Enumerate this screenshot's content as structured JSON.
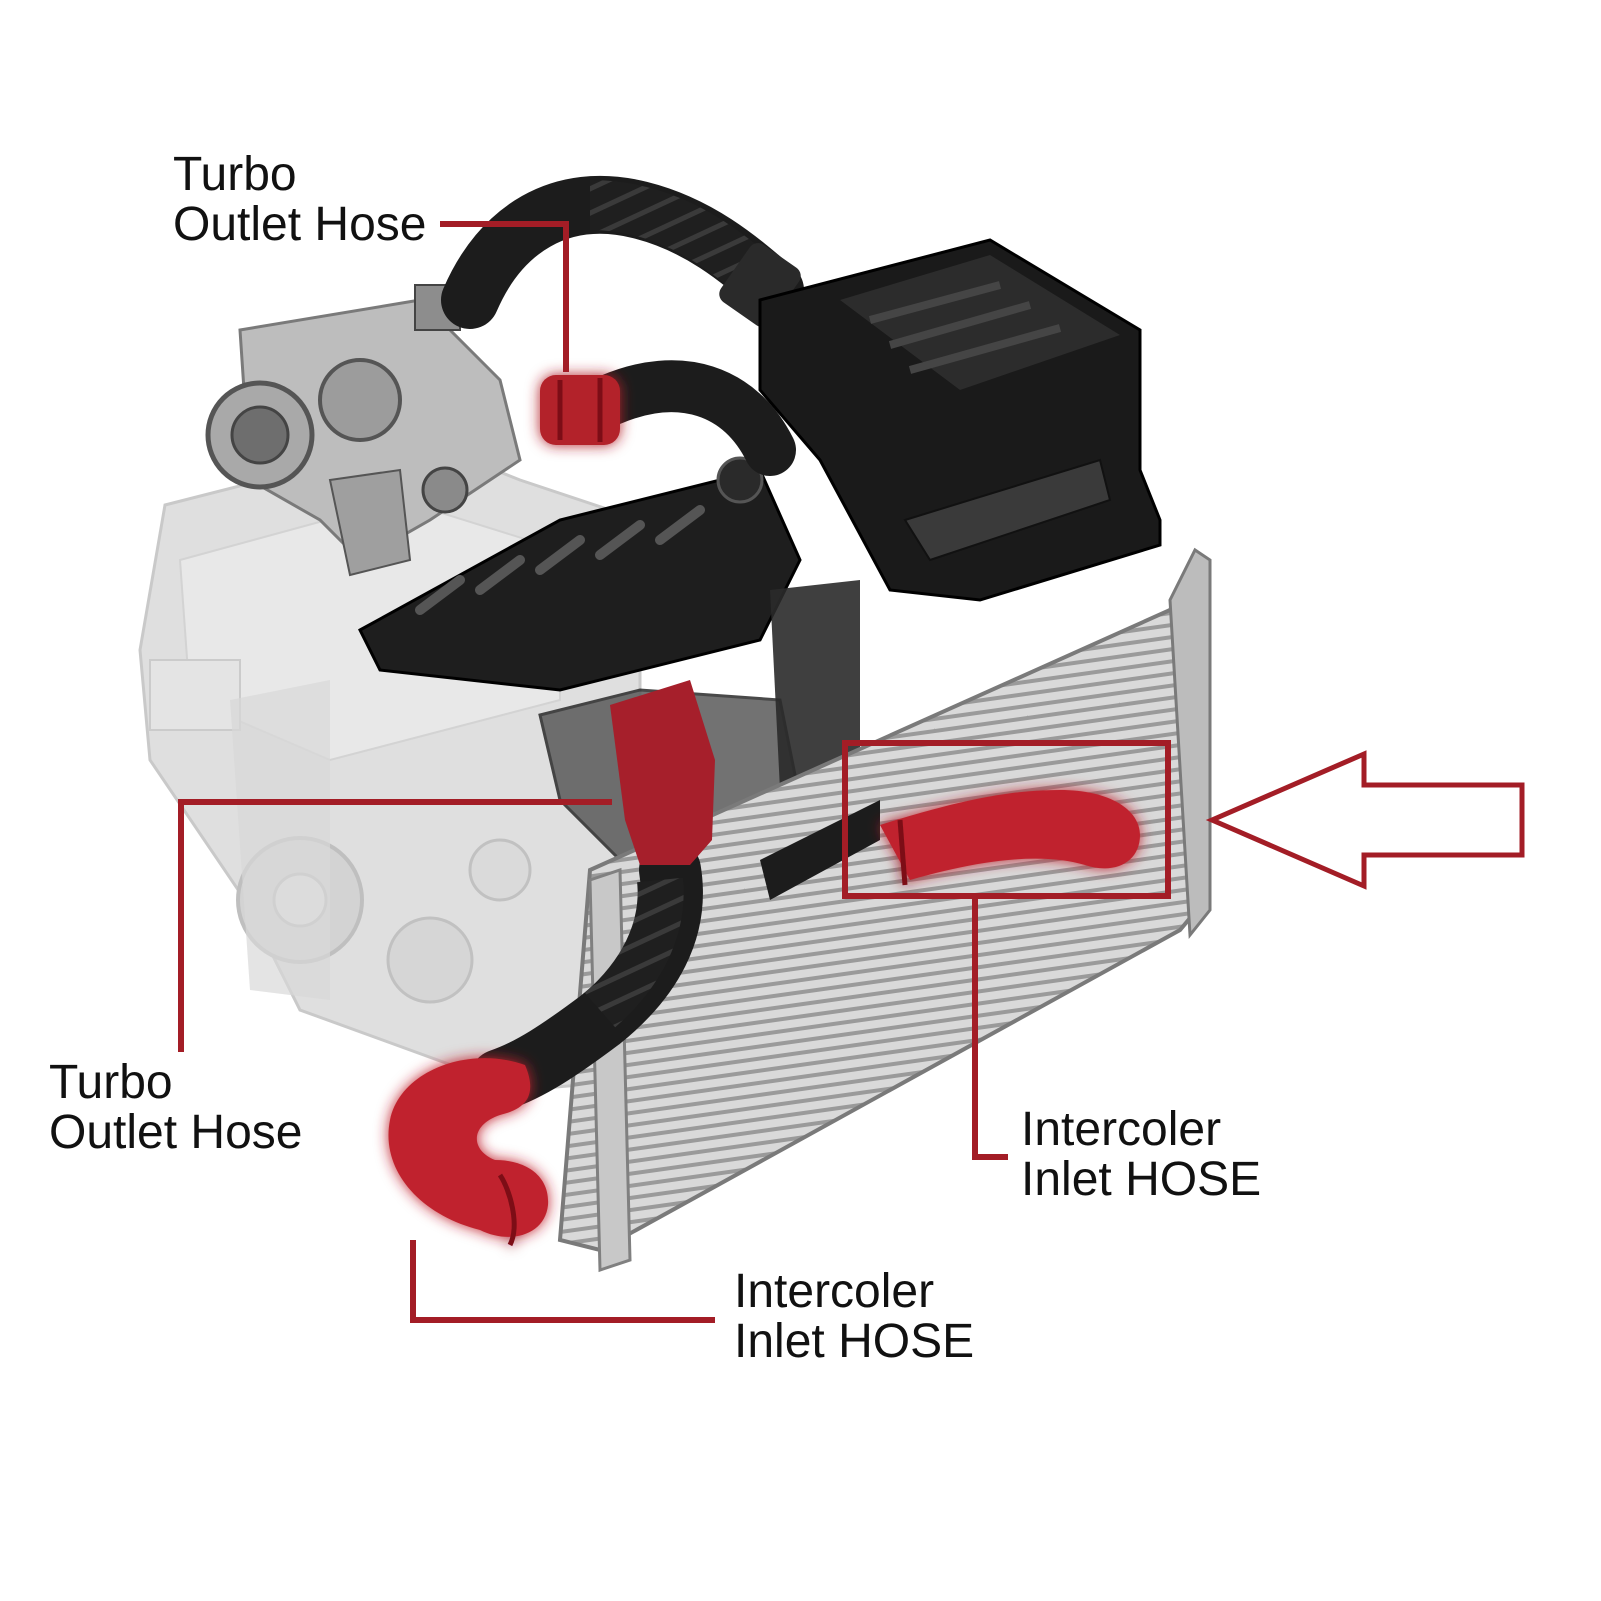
{
  "labels": {
    "turbo_outlet_top": {
      "line1": "Turbo",
      "line2": "Outlet Hose"
    },
    "turbo_outlet_left": {
      "line1": "Turbo",
      "line2": "Outlet Hose"
    },
    "intercooler_inlet_right": {
      "line1": "Intercoler",
      "line2": "Inlet HOSE"
    },
    "intercooler_inlet_bottom": {
      "line1": "Intercoler",
      "line2": "Inlet HOSE"
    }
  },
  "colors": {
    "highlight": "#b3202a",
    "leader": "#a31d26",
    "engine_dark": "#1c1c1c",
    "engine_faded": "#d8d8d8",
    "text": "#111111"
  },
  "icons": {
    "arrow": "arrow-left-outline-icon"
  }
}
